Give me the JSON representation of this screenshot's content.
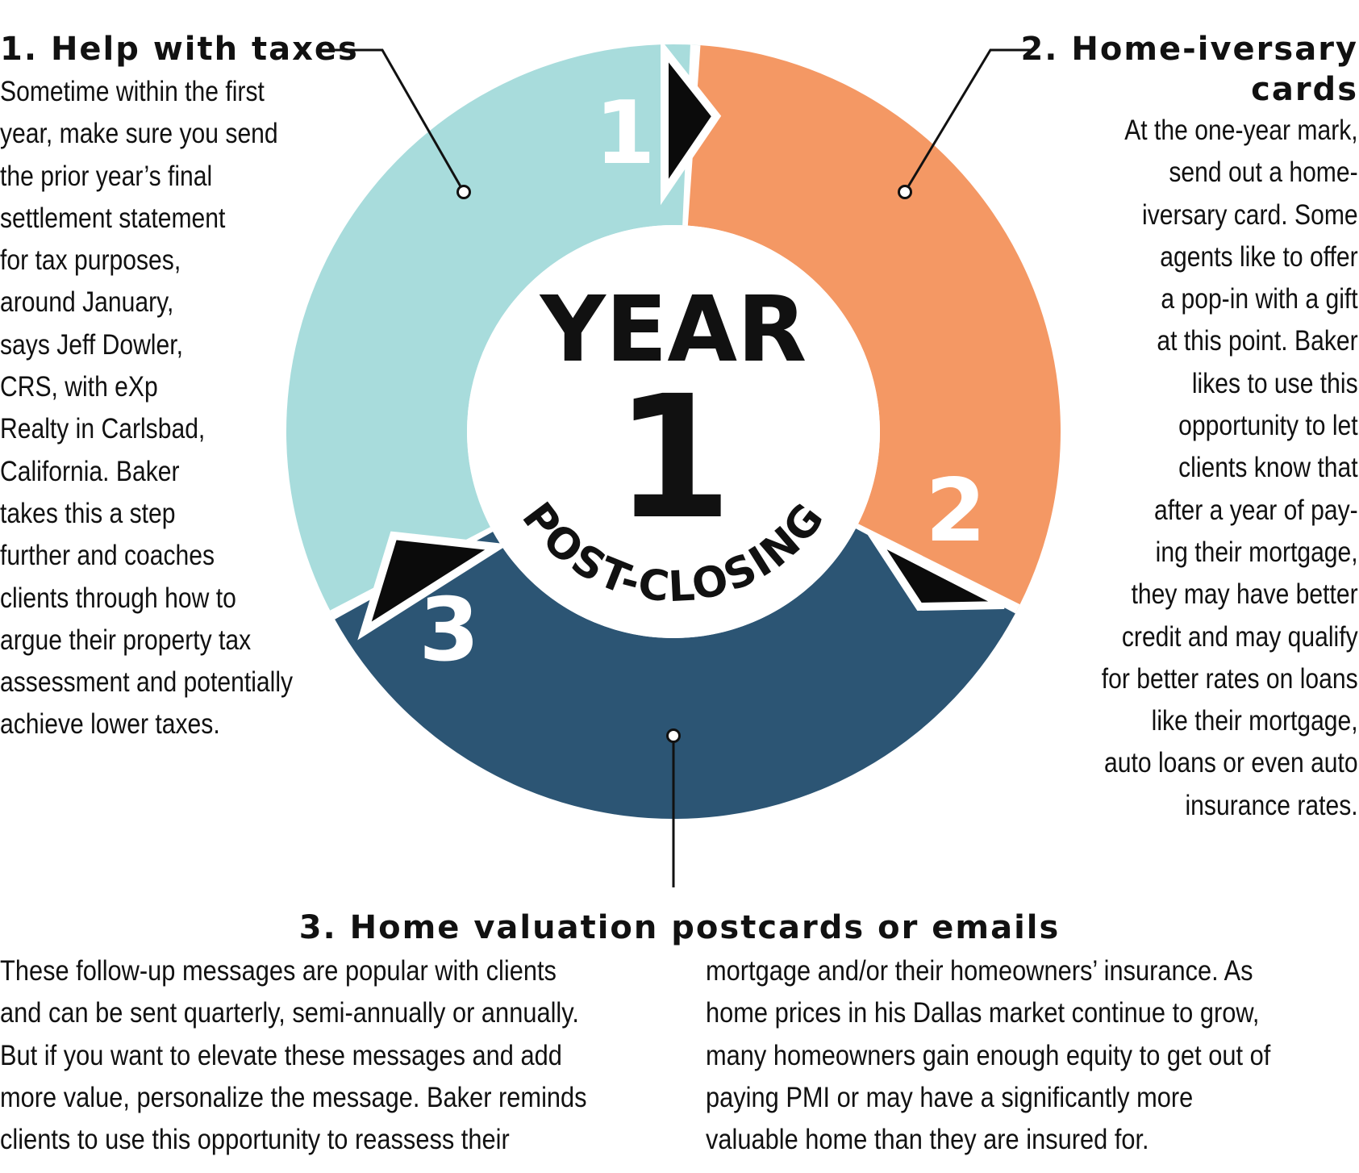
{
  "colors": {
    "segment1": "#a8dcdc",
    "segment2": "#f49864",
    "segment3": "#2c5574",
    "marker": "#0b0b0b",
    "text": "#111111"
  },
  "center": {
    "line1": "YEAR",
    "line2": "1",
    "arc_text": "POST-CLOSING"
  },
  "segments": [
    {
      "number": "1",
      "heading": "1. Help with taxes",
      "body_lines": [
        "Sometime within the first",
        "year, make sure you send",
        "the prior year’s final",
        "settlement statement",
        "for tax purposes,",
        "around January,",
        "says Jeff Dowler,",
        "CRS, with eXp",
        "Realty in Carlsbad,",
        "California. Baker",
        "takes this a step",
        "further and coaches",
        "clients through how to",
        "argue their property tax",
        "assessment and potentially",
        "achieve lower taxes."
      ]
    },
    {
      "number": "2",
      "heading_lines": [
        "2. Home-iversary",
        "cards"
      ],
      "body_lines": [
        "At the one-year mark,",
        "send out a home-",
        "iversary card. Some",
        "agents like to offer",
        "a pop-in with a gift",
        "at this point. Baker",
        "likes to use this",
        "opportunity to let",
        "clients know that",
        "after a year of pay-",
        "ing their mortgage,",
        "they may have better",
        "credit and may qualify",
        "for better rates on loans",
        "like their mortgage,",
        "auto loans or even auto",
        "insurance rates."
      ]
    },
    {
      "number": "3",
      "heading": "3. Home valuation postcards or emails",
      "body_col1": [
        "These follow-up messages are popular with clients",
        "and can be sent quarterly, semi-annually or annually.",
        "But if you want to elevate these messages and add",
        "more value, personalize the message. Baker reminds",
        "clients to use this opportunity to reassess their"
      ],
      "body_col2": [
        "mortgage and/or their homeowners’ insurance. As",
        "home prices in his Dallas market continue to grow,",
        "many homeowners gain enough equity to get out of",
        "paying PMI or may have a significantly more",
        "valuable home than they are insured for."
      ]
    }
  ]
}
